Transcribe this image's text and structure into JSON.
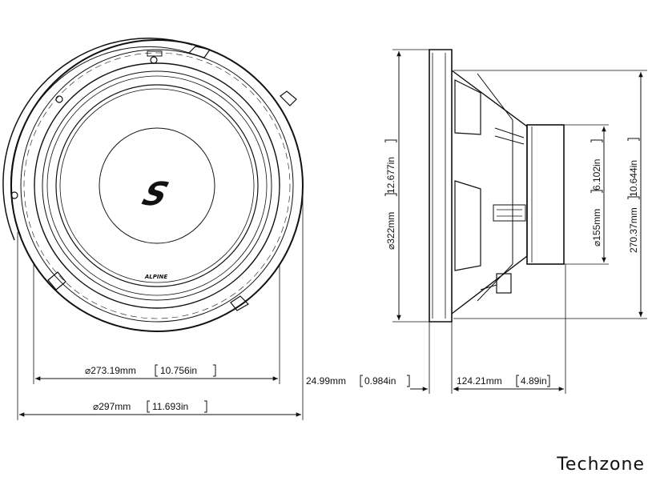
{
  "dimensions": {
    "mounting_diameter": {
      "mm": "⌀273.19mm",
      "inches": "10.756in"
    },
    "overall_diameter": {
      "mm": "⌀297mm",
      "inches": "11.693in"
    },
    "frame_diameter": {
      "mm": "⌀322mm",
      "inches": "12.677in"
    },
    "magnet_diameter": {
      "mm": "⌀155mm",
      "inches": "6.102in"
    },
    "mounting_height": {
      "mm": "24.99mm",
      "inches": "0.984in"
    },
    "mounting_depth": {
      "mm": "124.21mm",
      "inches": "4.89in"
    },
    "cutout_depth": {
      "mm": "270.37mm",
      "inches": "10.644in"
    }
  },
  "logo": {
    "cone_letter": "S",
    "brand": "ALPINE"
  },
  "watermark": "Techzone"
}
